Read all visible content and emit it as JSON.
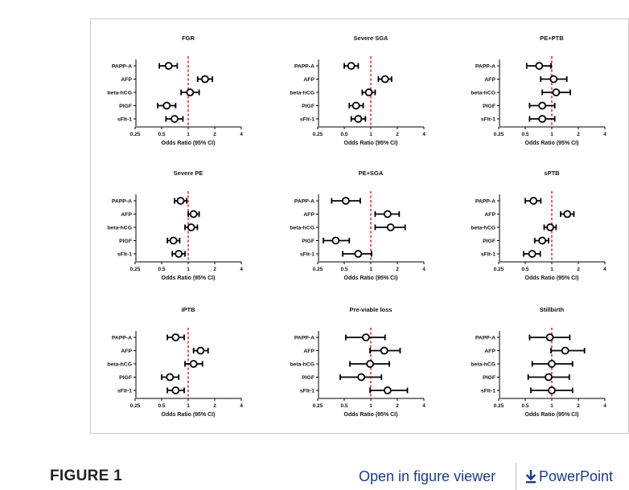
{
  "figure": {
    "label": "FIGURE 1"
  },
  "actions": {
    "open_viewer": "Open in figure viewer",
    "powerpoint": "PowerPoint"
  },
  "colors": {
    "reference_line": "#e03030",
    "marker": "#000000"
  },
  "chart_data": [
    {
      "type": "forest",
      "title": "FGR",
      "xlabel": "Odds Ratio (95% CI)",
      "xscale": "log2",
      "xlim": [
        0.25,
        4
      ],
      "xticks": [
        "0.25",
        "0.5",
        "1",
        "2",
        "4"
      ],
      "reference": 1,
      "categories": [
        "PAPP-A",
        "AFP",
        "beta-hCG",
        "PlGF",
        "sFlt-1"
      ],
      "estimate": [
        0.6,
        1.55,
        1.05,
        0.57,
        0.7
      ],
      "lower": [
        0.47,
        1.28,
        0.83,
        0.45,
        0.56
      ],
      "upper": [
        0.75,
        1.88,
        1.33,
        0.72,
        0.87
      ]
    },
    {
      "type": "forest",
      "title": "Severe SGA",
      "xlabel": "Odds Ratio (95% CI)",
      "xscale": "log2",
      "xlim": [
        0.25,
        4
      ],
      "xticks": [
        "0.25",
        "0.5",
        "1",
        "2",
        "4"
      ],
      "reference": 1,
      "categories": [
        "PAPP-A",
        "AFP",
        "beta-hCG",
        "PlGF",
        "sFlt-1"
      ],
      "estimate": [
        0.6,
        1.45,
        0.95,
        0.68,
        0.72
      ],
      "lower": [
        0.5,
        1.22,
        0.8,
        0.57,
        0.6
      ],
      "upper": [
        0.72,
        1.72,
        1.12,
        0.82,
        0.87
      ]
    },
    {
      "type": "forest",
      "title": "PE+PTB",
      "xlabel": "Odds Ratio (95% CI)",
      "xscale": "log2",
      "xlim": [
        0.25,
        4
      ],
      "xticks": [
        "0.25",
        "0.5",
        "1",
        "2",
        "4"
      ],
      "reference": 1,
      "categories": [
        "PAPP-A",
        "AFP",
        "beta-hCG",
        "PlGF",
        "sFlt-1"
      ],
      "estimate": [
        0.72,
        1.05,
        1.12,
        0.78,
        0.78
      ],
      "lower": [
        0.52,
        0.75,
        0.78,
        0.56,
        0.56
      ],
      "upper": [
        0.98,
        1.48,
        1.62,
        1.08,
        1.08
      ]
    },
    {
      "type": "forest",
      "title": "Severe PE",
      "xlabel": "Odds Ratio (95% CI)",
      "xscale": "log2",
      "xlim": [
        0.25,
        4
      ],
      "xticks": [
        "0.25",
        "0.5",
        "1",
        "2",
        "4"
      ],
      "reference": 1,
      "categories": [
        "PAPP-A",
        "AFP",
        "beta-hCG",
        "PlGF",
        "sFlt-1"
      ],
      "estimate": [
        0.82,
        1.15,
        1.08,
        0.68,
        0.78
      ],
      "lower": [
        0.7,
        1.0,
        0.92,
        0.58,
        0.66
      ],
      "upper": [
        0.96,
        1.33,
        1.27,
        0.8,
        0.92
      ]
    },
    {
      "type": "forest",
      "title": "PE+SGA",
      "xlabel": "Odds Ratio (95% CI)",
      "xscale": "log2",
      "xlim": [
        0.25,
        4
      ],
      "xticks": [
        "0.25",
        "0.5",
        "1",
        "2",
        "4"
      ],
      "reference": 1,
      "categories": [
        "PAPP-A",
        "AFP",
        "beta-hCG",
        "PlGF",
        "sFlt-1"
      ],
      "estimate": [
        0.52,
        1.55,
        1.68,
        0.4,
        0.72
      ],
      "lower": [
        0.36,
        1.12,
        1.12,
        0.29,
        0.48
      ],
      "upper": [
        0.76,
        2.1,
        2.45,
        0.57,
        1.02
      ]
    },
    {
      "type": "forest",
      "title": "sPTB",
      "xlabel": "Odds Ratio (95% CI)",
      "xscale": "log2",
      "xlim": [
        0.25,
        4
      ],
      "xticks": [
        "0.25",
        "0.5",
        "1",
        "2",
        "4"
      ],
      "reference": 1,
      "categories": [
        "PAPP-A",
        "AFP",
        "beta-hCG",
        "PlGF",
        "sFlt-1"
      ],
      "estimate": [
        0.62,
        1.5,
        0.96,
        0.78,
        0.6
      ],
      "lower": [
        0.5,
        1.26,
        0.82,
        0.64,
        0.48
      ],
      "upper": [
        0.75,
        1.78,
        1.12,
        0.92,
        0.74
      ]
    },
    {
      "type": "forest",
      "title": "iPTB",
      "xlabel": "Odds Ratio (95% CI)",
      "xscale": "log2",
      "xlim": [
        0.25,
        4
      ],
      "xticks": [
        "0.25",
        "0.5",
        "1",
        "2",
        "4"
      ],
      "reference": 1,
      "categories": [
        "PAPP-A",
        "AFP",
        "beta-hCG",
        "PlGF",
        "sFlt-1"
      ],
      "estimate": [
        0.72,
        1.38,
        1.15,
        0.62,
        0.72
      ],
      "lower": [
        0.58,
        1.15,
        0.92,
        0.5,
        0.58
      ],
      "upper": [
        0.9,
        1.68,
        1.45,
        0.78,
        0.9
      ]
    },
    {
      "type": "forest",
      "title": "Pre-viable loss",
      "xlabel": "Odds Ratio (95% CI)",
      "xscale": "log2",
      "xlim": [
        0.25,
        4
      ],
      "xticks": [
        "0.25",
        "0.5",
        "1",
        "2",
        "4"
      ],
      "reference": 1,
      "categories": [
        "PAPP-A",
        "AFP",
        "beta-hCG",
        "PlGF",
        "sFlt-1"
      ],
      "estimate": [
        0.88,
        1.42,
        0.98,
        0.78,
        1.55
      ],
      "lower": [
        0.52,
        0.98,
        0.58,
        0.45,
        0.98
      ],
      "upper": [
        1.45,
        2.15,
        1.62,
        1.32,
        2.6
      ]
    },
    {
      "type": "forest",
      "title": "Stillbirth",
      "xlabel": "Odds Ratio (95% CI)",
      "xscale": "log2",
      "xlim": [
        0.25,
        4
      ],
      "xticks": [
        "0.25",
        "0.5",
        "1",
        "2",
        "4"
      ],
      "reference": 1,
      "categories": [
        "PAPP-A",
        "AFP",
        "beta-hCG",
        "PlGF",
        "sFlt-1"
      ],
      "estimate": [
        0.95,
        1.42,
        1.0,
        0.92,
        1.0
      ],
      "lower": [
        0.56,
        0.98,
        0.6,
        0.54,
        0.58
      ],
      "upper": [
        1.6,
        2.35,
        1.72,
        1.58,
        1.72
      ]
    }
  ]
}
